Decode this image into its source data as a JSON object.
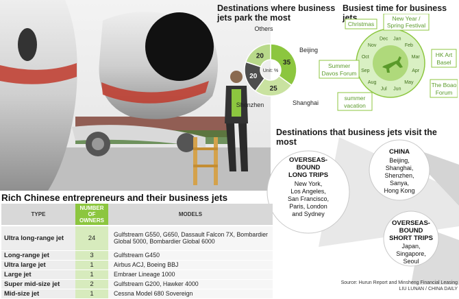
{
  "titles": {
    "donut": "Destinations where business jets park the most",
    "busy": "Busiest time for business jets",
    "destinations": "Destinations that business jets visit the most",
    "table": "Rich Chinese entrepreneurs and their business jets"
  },
  "chart_data": [
    {
      "type": "pie",
      "title": "Destinations where business jets park the most",
      "center_label": "Unit: %",
      "categories": [
        "Beijing",
        "Shanghai",
        "Shenzhen",
        "Others"
      ],
      "values": [
        35,
        25,
        20,
        20
      ],
      "colors": [
        "#8cc63f",
        "#c9e2a0",
        "#4d4d4d",
        "#b8d98a"
      ]
    },
    {
      "type": "table",
      "title": "Busiest time for business jets",
      "months": [
        "Jan",
        "Feb",
        "Mar",
        "Apr",
        "May",
        "Jun",
        "Jul",
        "Aug",
        "Sep",
        "Oct",
        "Nov",
        "Dec"
      ],
      "annotations": [
        {
          "label": "New Year / Spring Festival"
        },
        {
          "label": "Christmas"
        },
        {
          "label": "HK Art Basel"
        },
        {
          "label": "The Boao Forum"
        },
        {
          "label": "Summer Davos Forum"
        },
        {
          "label": "summer vacation"
        }
      ]
    },
    {
      "type": "table",
      "title": "Rich Chinese entrepreneurs and their business jets",
      "columns": [
        "TYPE",
        "NUMBER OF OWNERS",
        "MODELS"
      ],
      "rows": [
        {
          "type": "Ultra long-range jet",
          "owners": 24,
          "models": "Gulfstream G550, G650, Dassault Falcon 7X, Bombardier Global 5000, Bombardier Global 6000"
        },
        {
          "type": "Long-range jet",
          "owners": 3,
          "models": "Gulfstream G450"
        },
        {
          "type": "Ultra large jet",
          "owners": 1,
          "models": "Airbus ACJ, Boeing BBJ"
        },
        {
          "type": "Large jet",
          "owners": 1,
          "models": "Embraer Lineage 1000"
        },
        {
          "type": "Super mid-size jet",
          "owners": 2,
          "models": "Gulfstream G200, Hawker 4000"
        },
        {
          "type": "Mid-size jet",
          "owners": 1,
          "models": "Cessna Model 680 Sovereign"
        }
      ]
    }
  ],
  "destinations": {
    "longtrips_heading": "OVERSEAS-BOUND LONG TRIPS",
    "longtrips_places": "New York, Los Angeles, San Francisco, Paris, London and Sydney",
    "china_heading": "CHINA",
    "china_places": "Beijing, Shanghai, Shenzhen, Sanya, Hong Kong",
    "shorttrips_heading": "OVERSEAS-BOUND SHORT TRIPS",
    "shorttrips_places": "Japan, Singapore, Seoul"
  },
  "source": "Source: Hurun Report and Minsheng Financial Leasing",
  "credit": "LIU LUNAN / CHINA DAILY"
}
